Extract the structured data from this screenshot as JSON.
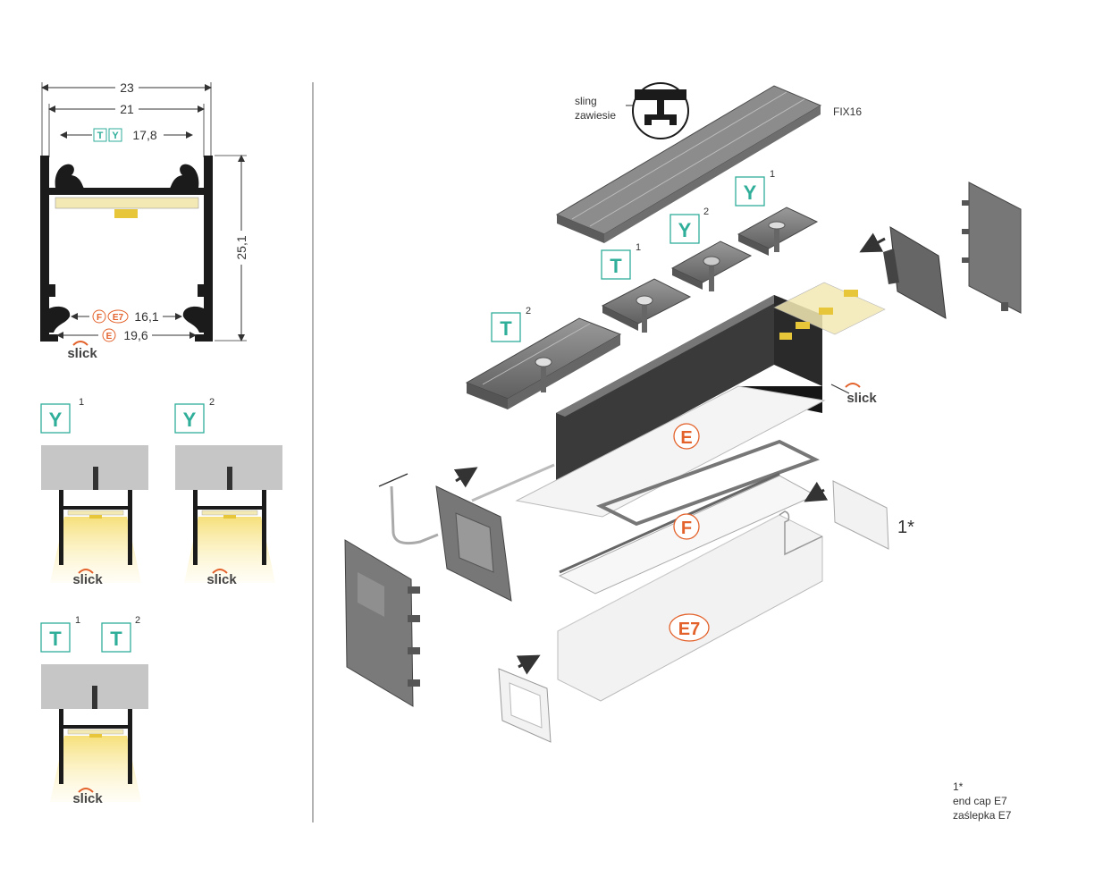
{
  "colors": {
    "teal": "#2fae9a",
    "orange": "#e3622b",
    "profile": "#1b1b1b",
    "alu": "#6f6f6f",
    "ceiling": "#c6c6c6",
    "led": "#f3e9b4"
  },
  "section": {
    "dim_23": "23",
    "dim_21": "21",
    "dim_17_8": "17,8",
    "dim_25_1": "25,1",
    "dim_16_1": "16,1",
    "dim_19_6": "19,6",
    "badge_T": "T",
    "badge_Y": "Y",
    "badge_F": "F",
    "badge_E7": "E7",
    "badge_E": "E",
    "brand": "slick"
  },
  "mounting": [
    {
      "letter": "Y",
      "sup": "1",
      "brand": "slick"
    },
    {
      "letter": "Y",
      "sup": "2",
      "brand": "slick"
    },
    {
      "letters": [
        "T",
        "T"
      ],
      "sups": [
        "1",
        "2"
      ],
      "brand": "slick"
    }
  ],
  "exploded": {
    "sling_label": "sling",
    "zawiesie_label": "zawiesie",
    "fix16_label": "FIX16",
    "brand": "slick",
    "badges": [
      {
        "letter": "Y",
        "sup": "1"
      },
      {
        "letter": "Y",
        "sup": "2"
      },
      {
        "letter": "T",
        "sup": "1"
      },
      {
        "letter": "T",
        "sup": "2"
      }
    ],
    "diffusers": [
      "E",
      "F",
      "E7"
    ],
    "endcap_marker": "1*"
  },
  "footnote": {
    "marker": "1*",
    "line1": "end cap E7",
    "line2": "zaślepka E7"
  }
}
